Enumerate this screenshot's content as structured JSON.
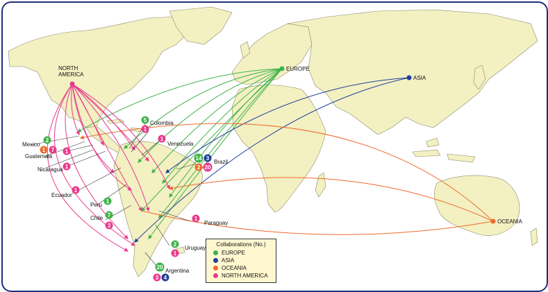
{
  "colors": {
    "land": "#f3f0c2",
    "land_stroke": "#8a8a6a",
    "europe": "#3fb34a",
    "asia": "#1f3f9a",
    "oceania": "#ef6a2a",
    "north_america": "#e83a8c"
  },
  "hubs": {
    "north_america": "NORTH\nAMERICA",
    "europe": "EUROPE",
    "asia": "ASIA",
    "oceania": "OCEANIA"
  },
  "countries": [
    {
      "id": "colombia",
      "label": "Colombia",
      "counts": [
        {
          "region": "europe",
          "value": "5"
        },
        {
          "region": "north_america",
          "value": "1"
        }
      ]
    },
    {
      "id": "mexico",
      "label": "Mexico",
      "counts": [
        {
          "region": "europe",
          "value": "2"
        }
      ]
    },
    {
      "id": "guatemala",
      "label": "Guatemala",
      "counts": [
        {
          "region": "oceania",
          "value": "1"
        },
        {
          "region": "north_america",
          "value": "7"
        }
      ]
    },
    {
      "id": "venezuela",
      "label": "Venezuela",
      "counts": [
        {
          "region": "north_america",
          "value": "1"
        }
      ]
    },
    {
      "id": "nicaragua",
      "label": "Nicaragua",
      "counts": [
        {
          "region": "north_america",
          "value": "1"
        }
      ]
    },
    {
      "id": "unlabeled1",
      "label": "",
      "counts": [
        {
          "region": "north_america",
          "value": "1"
        }
      ]
    },
    {
      "id": "brazil",
      "label": "Brazil",
      "counts": [
        {
          "region": "europe",
          "value": "14"
        },
        {
          "region": "asia",
          "value": "3"
        },
        {
          "region": "oceania",
          "value": "2"
        },
        {
          "region": "north_america",
          "value": "20"
        }
      ]
    },
    {
      "id": "ecuador",
      "label": "Ecuador",
      "counts": [
        {
          "region": "north_america",
          "value": "1"
        }
      ]
    },
    {
      "id": "peru",
      "label": "Peru",
      "counts": [
        {
          "region": "europe",
          "value": "1"
        }
      ]
    },
    {
      "id": "chile",
      "label": "Chile",
      "counts": [
        {
          "region": "europe",
          "value": "7"
        },
        {
          "region": "north_america",
          "value": "3"
        }
      ]
    },
    {
      "id": "paraguay",
      "label": "Paraguay",
      "counts": [
        {
          "region": "north_america",
          "value": "1"
        }
      ]
    },
    {
      "id": "uruguay",
      "label": "Uruguay",
      "counts": [
        {
          "region": "europe",
          "value": "2"
        },
        {
          "region": "north_america",
          "value": "1"
        }
      ]
    },
    {
      "id": "argentina",
      "label": "Argentina",
      "counts": [
        {
          "region": "europe",
          "value": "20"
        },
        {
          "region": "north_america",
          "value": "3"
        },
        {
          "region": "asia",
          "value": "4"
        }
      ]
    }
  ],
  "legend": {
    "title": "Collaborations (No.)",
    "items": [
      {
        "label": "EUROPE",
        "color": "#3fb34a"
      },
      {
        "label": "ASIA",
        "color": "#1f3f9a"
      },
      {
        "label": "OCEANIA",
        "color": "#ef6a2a"
      },
      {
        "label": "NORTH AMERICA",
        "color": "#e83a8c"
      }
    ]
  }
}
